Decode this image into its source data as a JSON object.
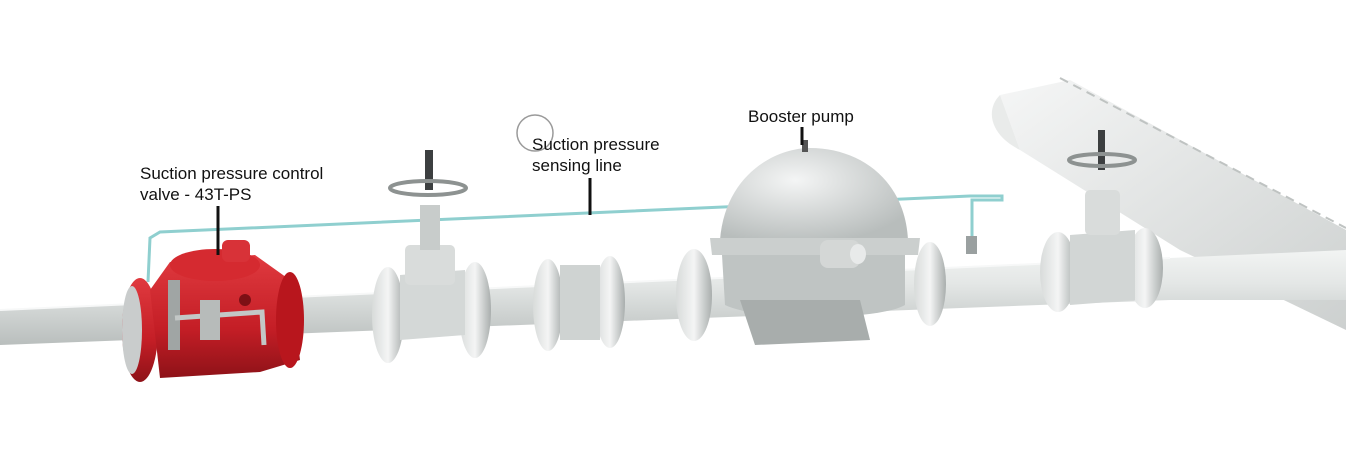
{
  "labels": {
    "valve_line1": "Suction pressure control",
    "valve_line2": "valve - 43T-PS",
    "sensing_line1": "Suction pressure",
    "sensing_line2": "sensing line",
    "pump": "Booster pump"
  },
  "colors": {
    "valve_red": "#c8202a",
    "pipe_grey": "#e2e5e4",
    "sensing_line": "#8fcfcf",
    "background": "#ffffff"
  }
}
